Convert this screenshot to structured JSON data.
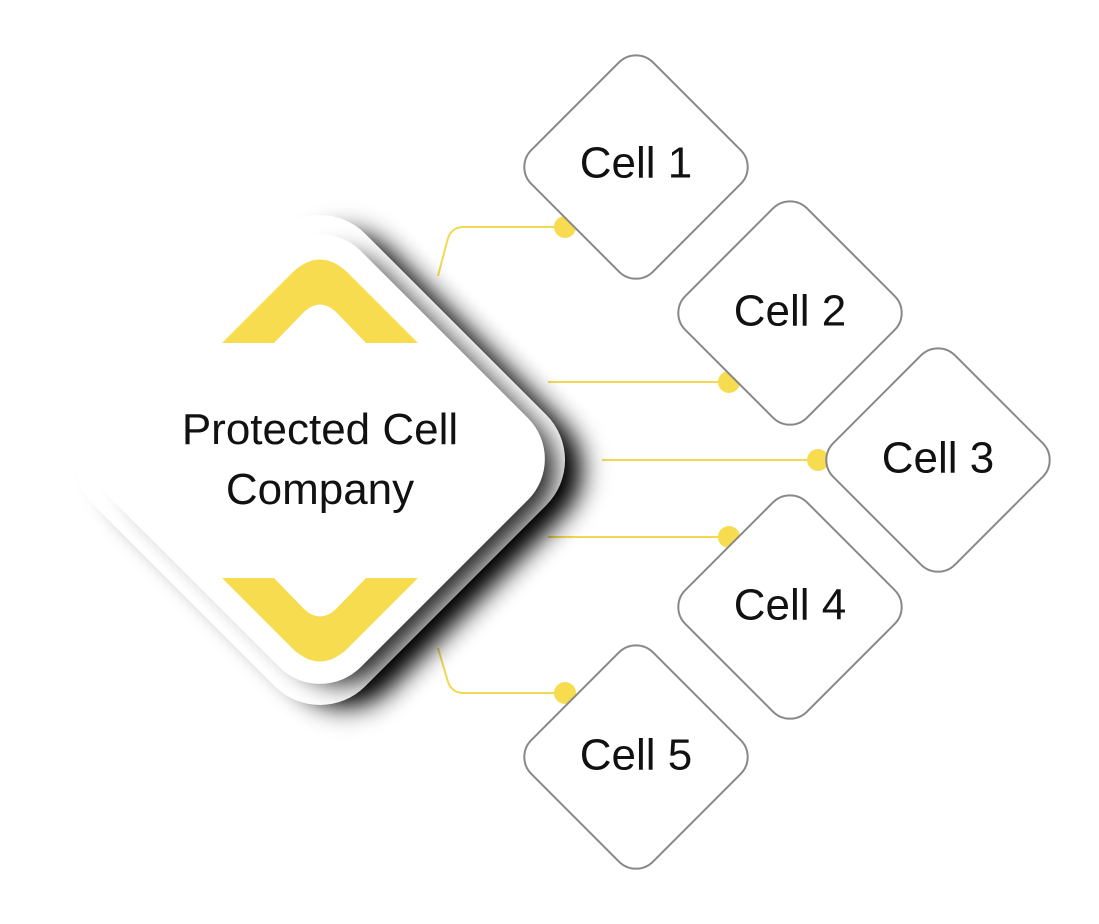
{
  "diagram": {
    "main": {
      "line1": "Protected Cell",
      "line2": "Company"
    },
    "cells": [
      {
        "label": "Cell 1"
      },
      {
        "label": "Cell 2"
      },
      {
        "label": "Cell 3"
      },
      {
        "label": "Cell 4"
      },
      {
        "label": "Cell 5"
      }
    ],
    "colors": {
      "accent": "#F6DC4E",
      "connector": "#F3D851",
      "cell_border": "#888888",
      "cell_fill": "#FFFFFF",
      "text": "#111111",
      "shadow": "#000000"
    }
  }
}
